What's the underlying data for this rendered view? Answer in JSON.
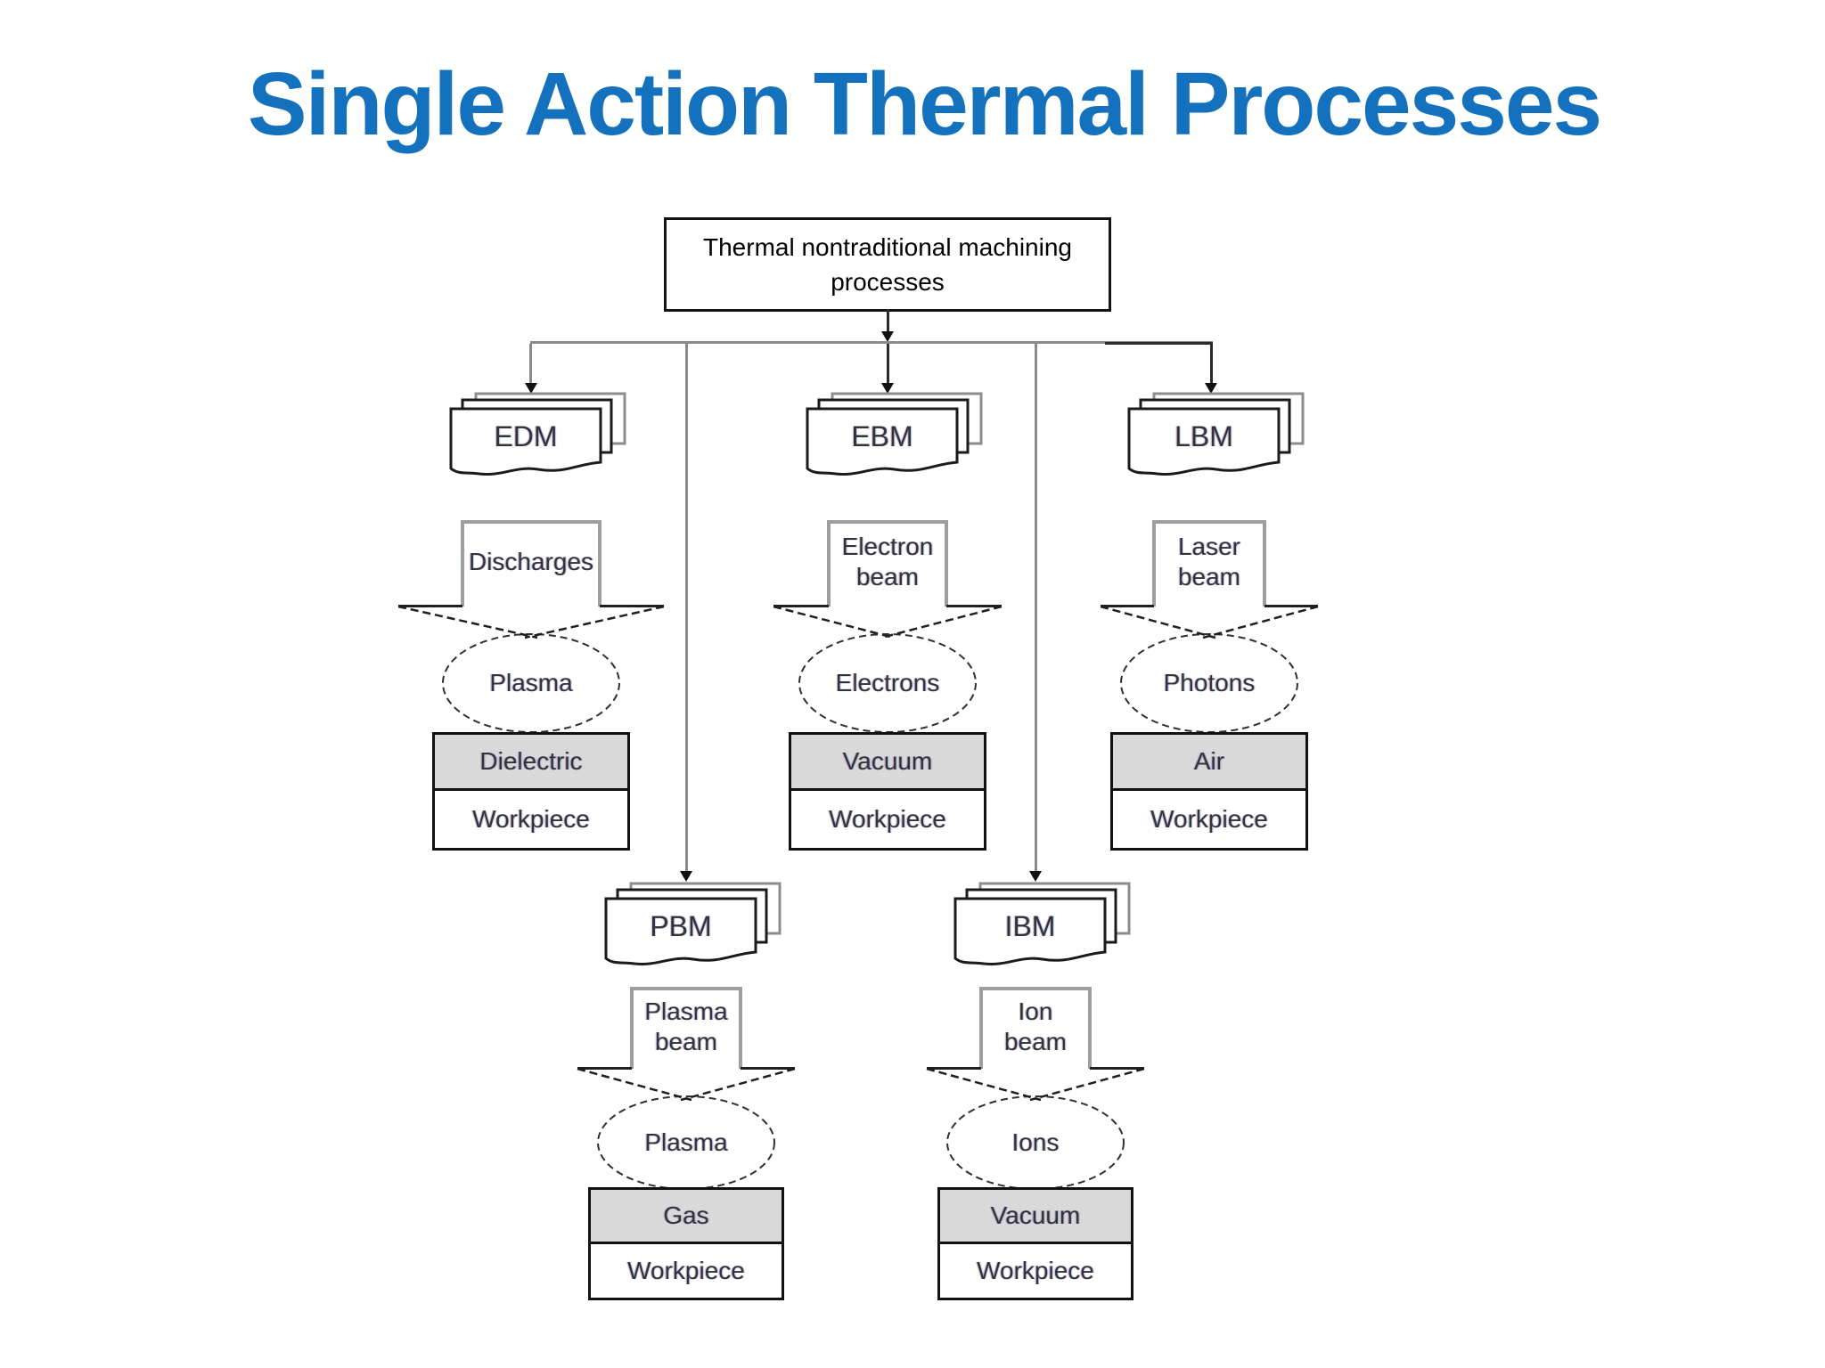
{
  "title": "Single Action Thermal Processes",
  "root_node": {
    "line1": "Thermal nontraditional machining",
    "line2": "processes"
  },
  "columns": [
    {
      "abbrev": "EDM",
      "beam_line1": "Discharges",
      "beam_line2": "",
      "particles": "Plasma",
      "medium": "Dielectric",
      "target": "Workpiece"
    },
    {
      "abbrev": "EBM",
      "beam_line1": "Electron",
      "beam_line2": "beam",
      "particles": "Electrons",
      "medium": "Vacuum",
      "target": "Workpiece"
    },
    {
      "abbrev": "LBM",
      "beam_line1": "Laser",
      "beam_line2": "beam",
      "particles": "Photons",
      "medium": "Air",
      "target": "Workpiece"
    },
    {
      "abbrev": "PBM",
      "beam_line1": "Plasma",
      "beam_line2": "beam",
      "particles": "Plasma",
      "medium": "Gas",
      "target": "Workpiece"
    },
    {
      "abbrev": "IBM",
      "beam_line1": "Ion",
      "beam_line2": "beam",
      "particles": "Ions",
      "medium": "Vacuum",
      "target": "Workpiece"
    }
  ],
  "colors": {
    "title_blue": "#1371bd",
    "box_gray_fill": "#d9d9d9",
    "connector_gray": "#8a8a8a",
    "ink": "#1a1a1a"
  }
}
